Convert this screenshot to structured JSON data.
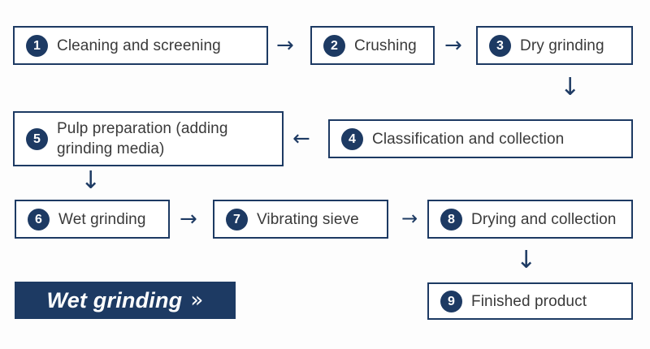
{
  "diagram": {
    "title_banner": {
      "label": "Wet grinding",
      "chevron": "»"
    },
    "colors": {
      "navy": "#1d3a63",
      "text": "#3a3a3a",
      "background": "#fdfdfd",
      "box_fill": "#ffffff"
    },
    "nodes": [
      {
        "number": "1",
        "label": "Cleaning and screening"
      },
      {
        "number": "2",
        "label": "Crushing"
      },
      {
        "number": "3",
        "label": "Dry grinding"
      },
      {
        "number": "4",
        "label": "Classification and collection"
      },
      {
        "number": "5",
        "label": "Pulp preparation (adding\ngrinding media)"
      },
      {
        "number": "6",
        "label": "Wet grinding"
      },
      {
        "number": "7",
        "label": "Vibrating sieve"
      },
      {
        "number": "8",
        "label": "Drying and collection"
      },
      {
        "number": "9",
        "label": "Finished product"
      }
    ],
    "connectors": [
      {
        "from": "1",
        "to": "2",
        "glyph": "→",
        "direction": "right"
      },
      {
        "from": "2",
        "to": "3",
        "glyph": "→",
        "direction": "right"
      },
      {
        "from": "3",
        "to": "4",
        "glyph": "↓",
        "direction": "down"
      },
      {
        "from": "4",
        "to": "5",
        "glyph": "←",
        "direction": "left"
      },
      {
        "from": "5",
        "to": "6",
        "glyph": "↓",
        "direction": "down"
      },
      {
        "from": "6",
        "to": "7",
        "glyph": "→",
        "direction": "right"
      },
      {
        "from": "7",
        "to": "8",
        "glyph": "→",
        "direction": "right"
      },
      {
        "from": "8",
        "to": "9",
        "glyph": "↓",
        "direction": "down"
      }
    ]
  }
}
